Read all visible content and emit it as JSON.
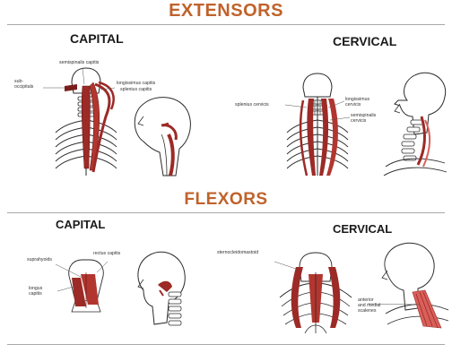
{
  "extensors": {
    "title": "EXTENSORS",
    "capital": {
      "heading": "CAPITAL",
      "labels": {
        "semispinalis": "semispinalis capitis",
        "suboccipitals_1": "sub-",
        "suboccipitals_2": "occipitals",
        "longissimus_1": "longissimus capitis",
        "longissimus_2": "splenius capitis"
      }
    },
    "cervical": {
      "heading": "CERVICAL",
      "labels": {
        "splenius": "splenius cervicis",
        "longissimus_1": "longissimus",
        "longissimus_2": "cervicis",
        "semispinalis_1": "semispinalis",
        "semispinalis_2": "cervicis"
      }
    }
  },
  "flexors": {
    "title": "FLEXORS",
    "capital": {
      "heading": "CAPITAL",
      "labels": {
        "suprahyoids": "suprahyoids",
        "rectus": "rectus capitis",
        "longus_1": "longus",
        "longus_2": "capitis"
      }
    },
    "cervical": {
      "heading": "CERVICAL",
      "labels": {
        "scm": "sternocleidomastoid",
        "scalenes_1": "anterior",
        "scalenes_2": "and medial",
        "scalenes_3": "scalenes"
      }
    }
  },
  "colors": {
    "title": "#c0622b",
    "muscle": "#9c2a26",
    "muscle_light": "#d9605a",
    "outline": "#2b2b2b"
  }
}
